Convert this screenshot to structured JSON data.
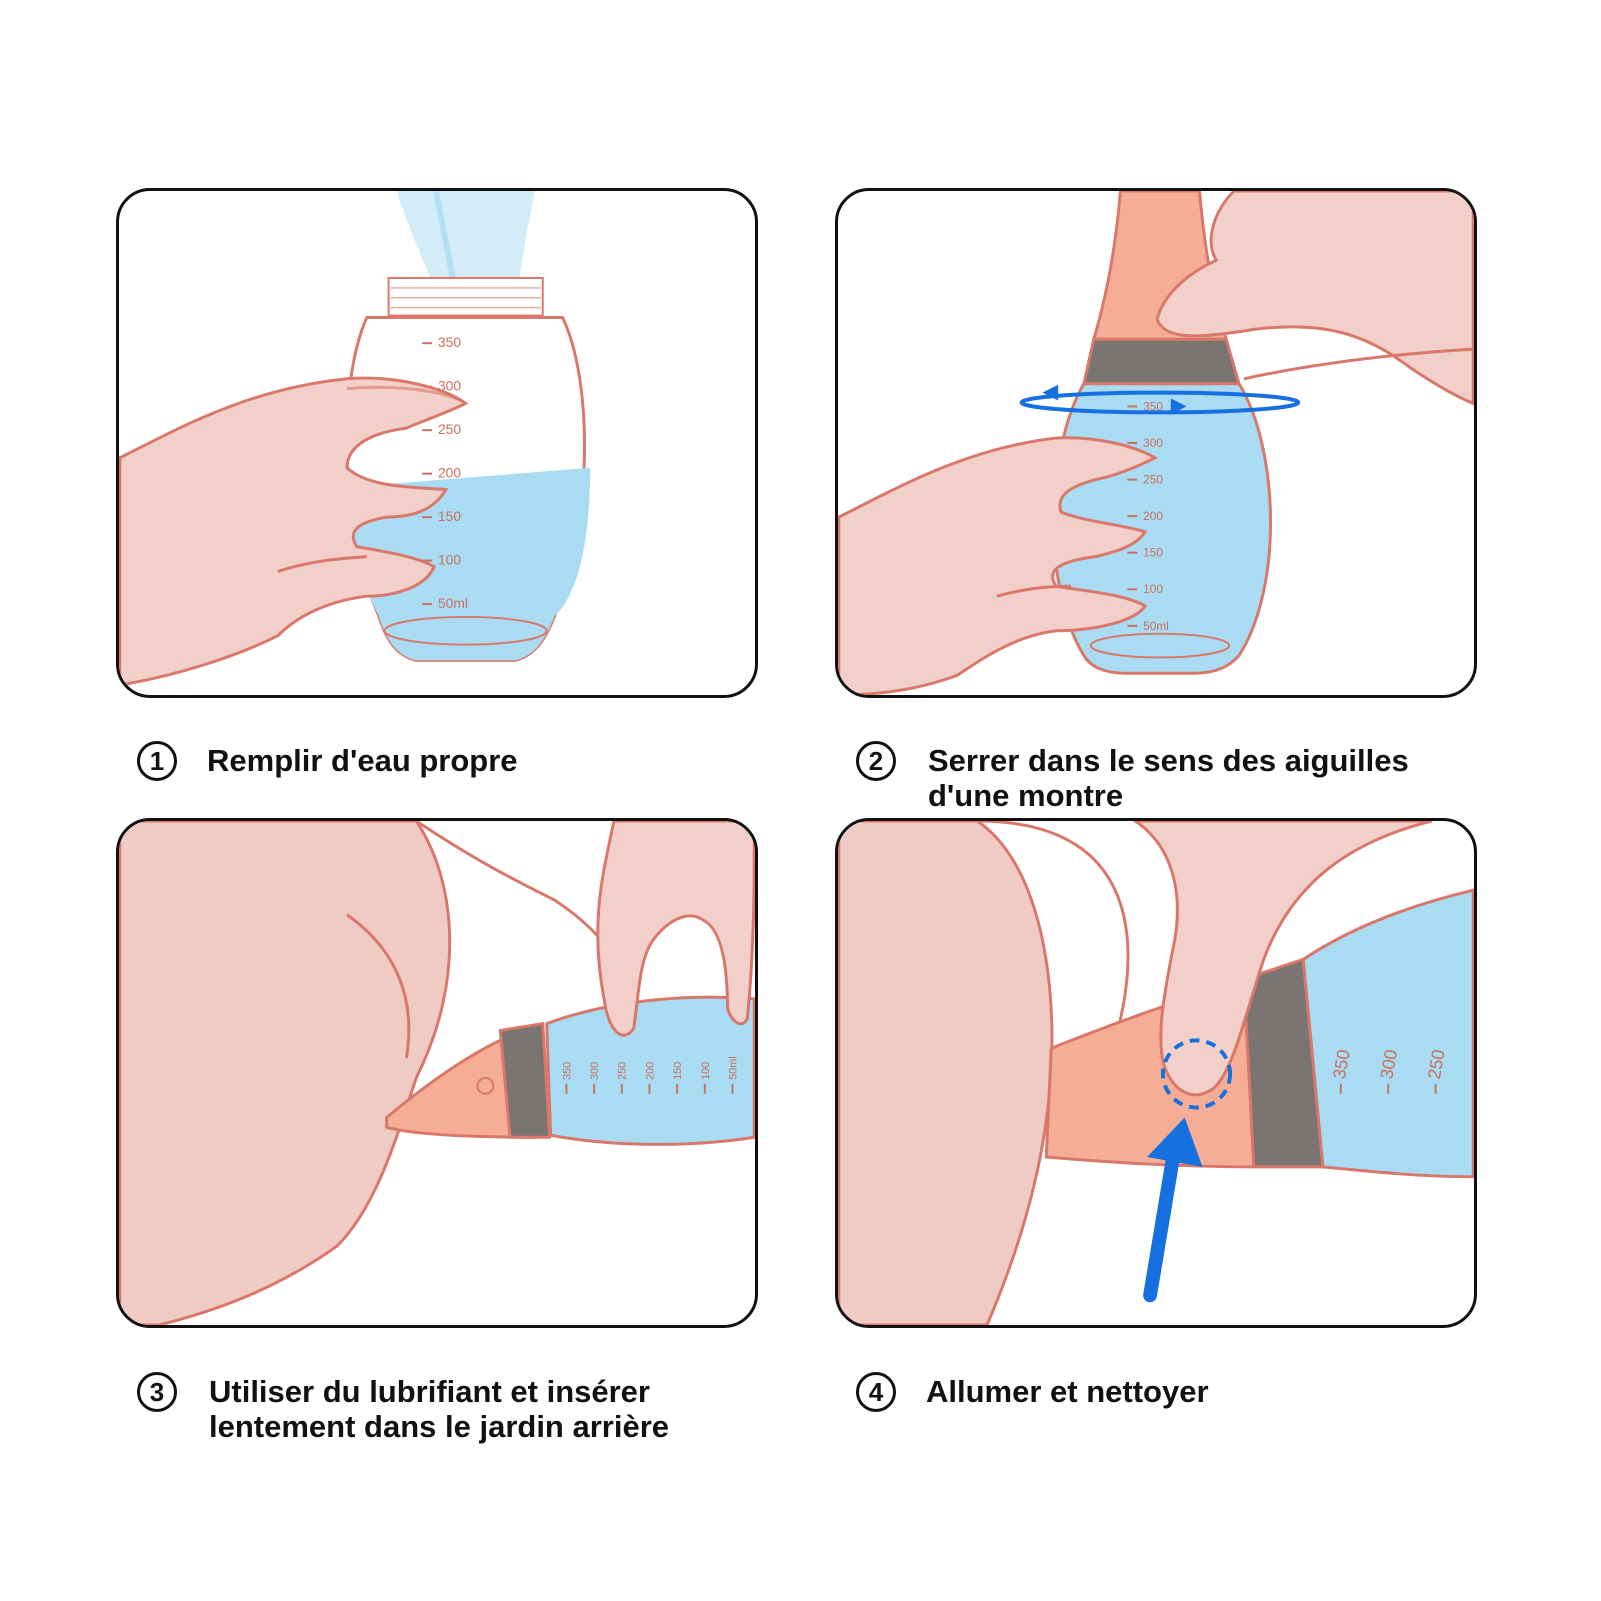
{
  "palette": {
    "skin": "#f2cfc8",
    "skin_outline": "#d9776a",
    "device": "#f6ad96",
    "band": "#7a7472",
    "water": "#a9dcf2",
    "bottle_outline": "#d9776a",
    "arrow_blue": "#1670e0"
  },
  "panels": [
    {
      "name": "fill",
      "scale": [
        "350",
        "300",
        "250",
        "200",
        "150",
        "100",
        "50ml"
      ]
    },
    {
      "name": "tighten",
      "scale": [
        "350",
        "300",
        "250",
        "200",
        "150",
        "100",
        "50ml"
      ]
    },
    {
      "name": "insert",
      "scale": [
        "350",
        "300",
        "250",
        "200",
        "150",
        "100",
        "50ml"
      ]
    },
    {
      "name": "power-on",
      "scale": [
        "350",
        "300",
        "250"
      ]
    }
  ],
  "steps": [
    {
      "number": "1",
      "text": "Remplir d'eau propre"
    },
    {
      "number": "2",
      "text": "Serrer dans le sens des aiguilles\nd'une montre"
    },
    {
      "number": "3",
      "text": "Utiliser du lubrifiant et insérer\nlentement dans le jardin arrière"
    },
    {
      "number": "4",
      "text": "Allumer et nettoyer"
    }
  ]
}
